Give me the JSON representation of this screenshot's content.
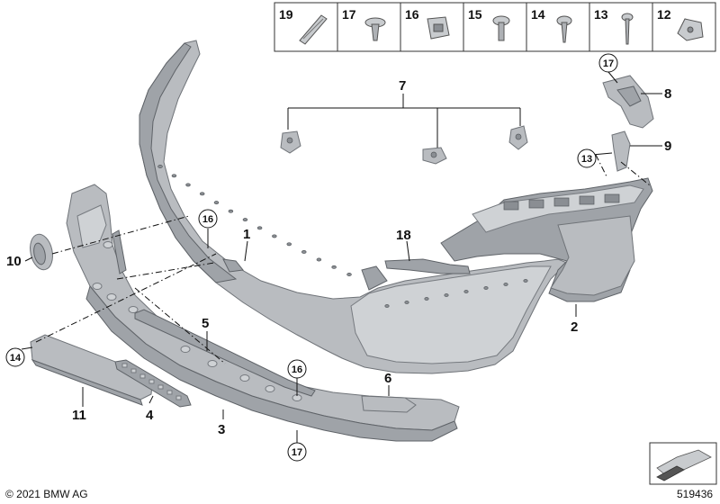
{
  "parts_strip": [
    {
      "number": "19",
      "icon": "clip-strip-icon"
    },
    {
      "number": "17",
      "icon": "expansion-rivet-icon"
    },
    {
      "number": "16",
      "icon": "clip-nut-icon"
    },
    {
      "number": "15",
      "icon": "pan-head-screw-icon"
    },
    {
      "number": "14",
      "icon": "flange-screw-icon"
    },
    {
      "number": "13",
      "icon": "long-screw-icon"
    },
    {
      "number": "12",
      "icon": "spring-nut-icon"
    }
  ],
  "callouts": {
    "c1": "1",
    "c2": "2",
    "c3": "3",
    "c4": "4",
    "c5": "5",
    "c6": "6",
    "c7": "7",
    "c8": "8",
    "c9": "9",
    "c10": "10",
    "c11": "11",
    "c18": "18"
  },
  "circled": {
    "c14": "14",
    "c16a": "16",
    "c16b": "16",
    "c17a": "17",
    "c17b": "17",
    "c13": "13"
  },
  "footer": {
    "copyright": "© 2021 BMW AG",
    "diagram_number": "519436"
  },
  "colors": {
    "part_fill": "#b9bcc0",
    "part_stroke": "#6f7378",
    "line": "#111111"
  }
}
